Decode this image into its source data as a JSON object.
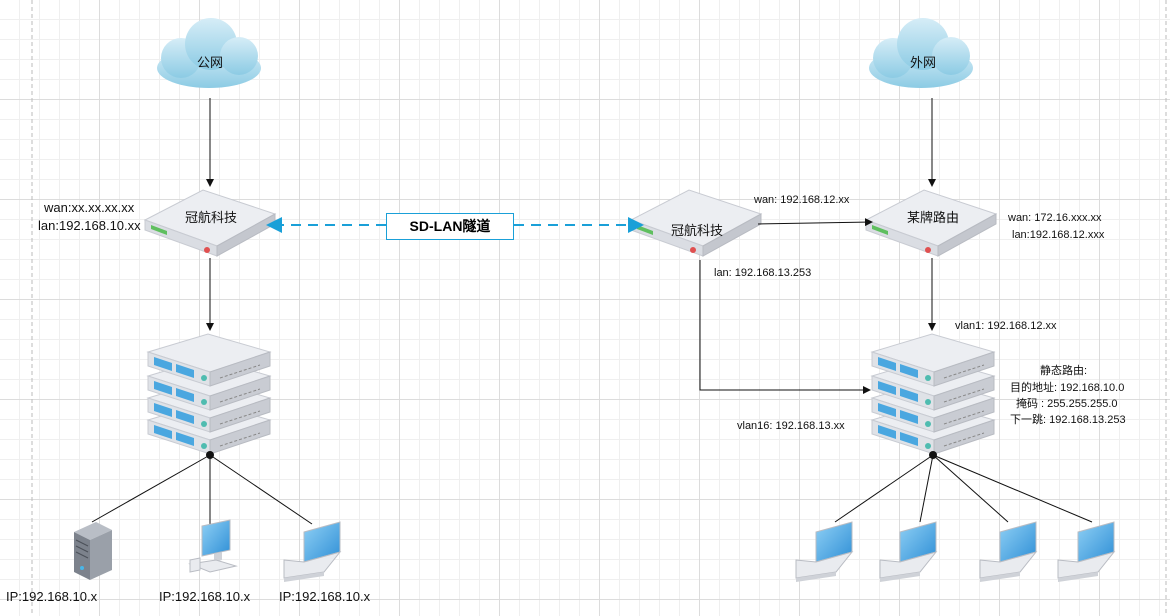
{
  "clouds": {
    "left": "公网",
    "right": "外网"
  },
  "routers": {
    "left": {
      "label": "冠航科技",
      "wan": "wan:xx.xx.xx.xx",
      "lan": "lan:192.168.10.xx"
    },
    "middle": {
      "label": "冠航科技",
      "wan": "wan: 192.168.12.xx",
      "lan": "lan: 192.168.13.253"
    },
    "right": {
      "label": "某牌路由",
      "wan": "wan: 172.16.xxx.xx",
      "lan": "lan:192.168.12.xxx"
    }
  },
  "tunnel": {
    "label": "SD-LAN隧道"
  },
  "switch_right": {
    "vlan1": "vlan1: 192.168.12.xx",
    "vlan16": "vlan16: 192.168.13.xx"
  },
  "static_route": {
    "title": "静态路由:",
    "dest": "目的地址: 192.168.10.0",
    "mask": "掩码 : 255.255.255.0",
    "next_hop": "下一跳: 192.168.13.253"
  },
  "clients_left": [
    {
      "icon": "server-tower-icon",
      "ip": "IP:192.168.10.x"
    },
    {
      "icon": "desktop-icon",
      "ip": "IP:192.168.10.x"
    },
    {
      "icon": "laptop-icon",
      "ip": "IP:192.168.10.x"
    }
  ],
  "clients_right_count_icons": [
    "laptop-icon",
    "laptop-icon",
    "laptop-icon",
    "laptop-icon"
  ],
  "colors": {
    "cloud": "#a9d6ea",
    "device_face": "#e9ebf0",
    "device_side": "#c9ccd4",
    "accent_blue": "#1aa0d8",
    "led_green": "#5fbf5f",
    "led_red": "#e05050"
  }
}
